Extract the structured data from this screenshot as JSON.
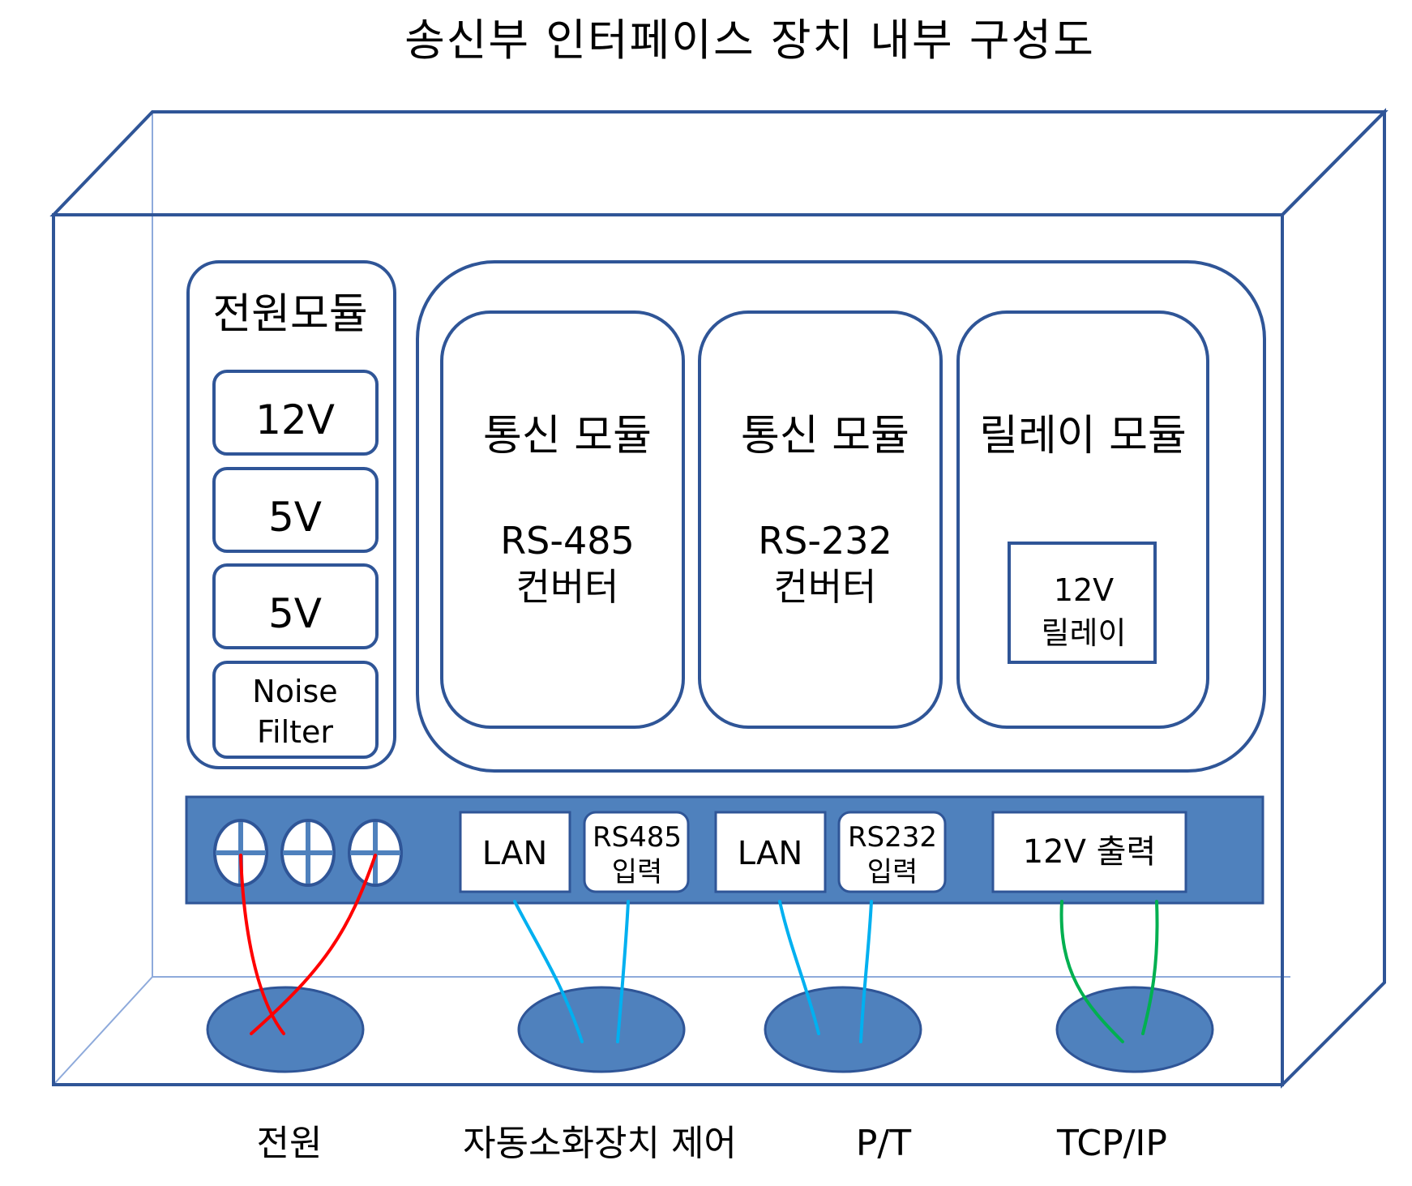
{
  "title": "송신부 인터페이스 장치 내부 구성도",
  "power_module": {
    "title": "전원모듈",
    "items": [
      "12V",
      "5V",
      "5V"
    ],
    "filter": {
      "line1": "Noise",
      "line2": "Filter"
    }
  },
  "modules": [
    {
      "title": "통신 모듈",
      "line1": "RS-485",
      "line2": "컨버터"
    },
    {
      "title": "통신 모듈",
      "line1": "RS-232",
      "line2": "컨버터"
    },
    {
      "title": "릴레이 모듈",
      "relay_line1": "12V",
      "relay_line2": "릴레이"
    }
  ],
  "ports": {
    "lan1": "LAN",
    "rs485": {
      "line1": "RS485",
      "line2": "입력"
    },
    "lan2": "LAN",
    "rs232": {
      "line1": "RS232",
      "line2": "입력"
    },
    "out12v": "12V 출력"
  },
  "bottom_labels": [
    "전원",
    "자동소화장치 제어",
    "P/T",
    "TCP/IP"
  ],
  "colors": {
    "box_line": "#2f5597",
    "port_bar": "#4f81bd",
    "hole": "#4f81bd",
    "wire_power": "#ff0000",
    "wire_data": "#00b0f0",
    "wire_tcp": "#00b050"
  }
}
